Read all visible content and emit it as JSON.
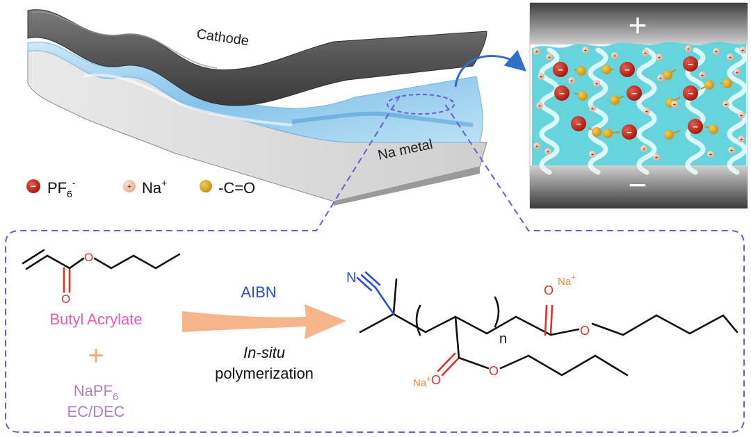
{
  "battery": {
    "cathode_label": "Cathode",
    "anode_label": "Na metal"
  },
  "electrolyte_zoom": {
    "positive_sign": "+",
    "negative_sign": "−",
    "anion_mark": "−",
    "cation_mark": "+"
  },
  "legend": {
    "items": [
      {
        "name": "PF6-",
        "base": "PF",
        "sub": "6",
        "sup": "-",
        "color": "#c0211a"
      },
      {
        "name": "Na+",
        "base": "Na",
        "sub": "",
        "sup": "+",
        "color": "#f2c4ad"
      },
      {
        "name": "C=O",
        "base": "-C=O",
        "sub": "",
        "sup": "",
        "color": "#d9a92a"
      }
    ]
  },
  "reaction": {
    "monomer_label": "Butyl Acrylate",
    "plus_sign": "+",
    "salt_base": "NaPF",
    "salt_sub": "6",
    "solvent_label": "EC/DEC",
    "initiator_label": "AIBN",
    "condition_italic": "In-situ",
    "condition_label": "polymerization"
  },
  "polymer": {
    "n_label": "n",
    "nitrogen_label": "N",
    "oxygen_label": "O",
    "sodium_label": "Na",
    "sodium_charge": "+"
  },
  "colors": {
    "accent_blue": "#2b4fd0",
    "oxygen_red": "#e0322a",
    "monomer_pink": "#e85bb5",
    "plus_orange": "#f2a874",
    "salt_purple": "#b07fc4",
    "sodium_orange": "#ee8a3a",
    "dashed_purple": "#6a5cd6",
    "electrolyte_cyan": "#66d4dc",
    "anion_red": "#c0211a",
    "cation_peach": "#f2c4ad",
    "carbonyl_gold": "#d9a92a"
  }
}
